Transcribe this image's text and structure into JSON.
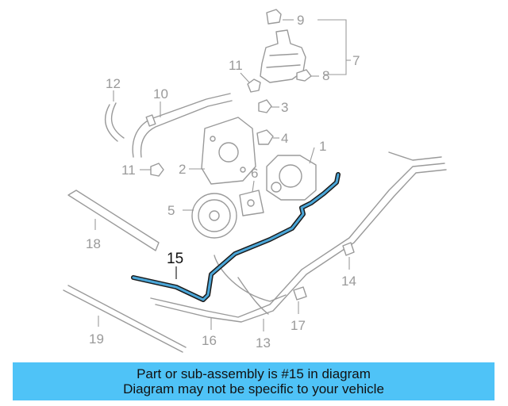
{
  "callouts": [
    {
      "id": "1",
      "highlighted": false
    },
    {
      "id": "2",
      "highlighted": false
    },
    {
      "id": "3",
      "highlighted": false
    },
    {
      "id": "4",
      "highlighted": false
    },
    {
      "id": "5",
      "highlighted": false
    },
    {
      "id": "6",
      "highlighted": false
    },
    {
      "id": "7",
      "highlighted": false
    },
    {
      "id": "8",
      "highlighted": false
    },
    {
      "id": "9",
      "highlighted": false
    },
    {
      "id": "10",
      "highlighted": false
    },
    {
      "id": "11",
      "highlighted": false
    },
    {
      "id": "11",
      "highlighted": false
    },
    {
      "id": "12",
      "highlighted": false
    },
    {
      "id": "13",
      "highlighted": false
    },
    {
      "id": "14",
      "highlighted": false
    },
    {
      "id": "15",
      "highlighted": true
    },
    {
      "id": "16",
      "highlighted": false
    },
    {
      "id": "17",
      "highlighted": false
    },
    {
      "id": "18",
      "highlighted": false
    },
    {
      "id": "19",
      "highlighted": false
    }
  ],
  "highlight_color": "#4aa6d8",
  "banner": {
    "line1": "Part or sub-assembly is #15 in diagram",
    "line2": "Diagram may not be specific to your vehicle",
    "background": "#4fc3f7"
  }
}
